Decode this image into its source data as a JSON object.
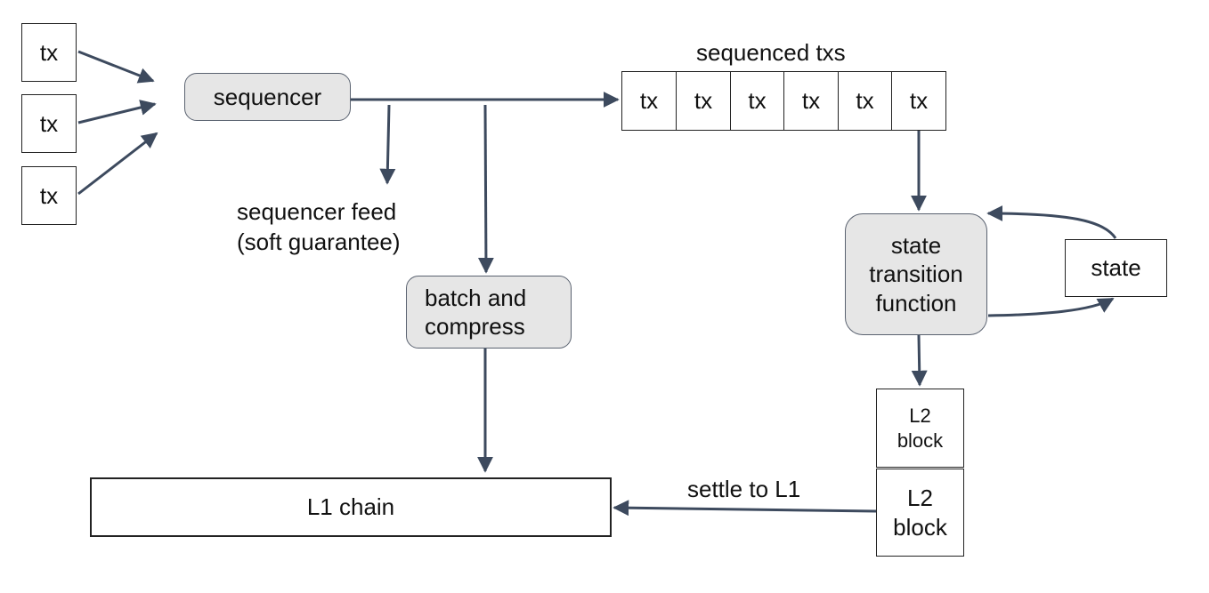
{
  "nodes": {
    "input_txs": [
      "tx",
      "tx",
      "tx"
    ],
    "sequencer": "sequencer",
    "sequenced_txs_label": "sequenced txs",
    "sequenced_txs": [
      "tx",
      "tx",
      "tx",
      "tx",
      "tx",
      "tx"
    ],
    "sequencer_feed_label": "sequencer feed\n(soft guarantee)",
    "batch_and_compress": "batch and\ncompress",
    "state_transition_function": "state\ntransition\nfunction",
    "state": "state",
    "l2_block_top": "L2\nblock",
    "l2_block_bottom": "L2\nblock",
    "l1_chain": "L1 chain",
    "settle_label": "settle to L1"
  },
  "colors": {
    "arrow": "#3d4a5e",
    "rounded_fill": "#e6e6e6",
    "rounded_border": "#5a6270",
    "box_border": "#222222"
  }
}
